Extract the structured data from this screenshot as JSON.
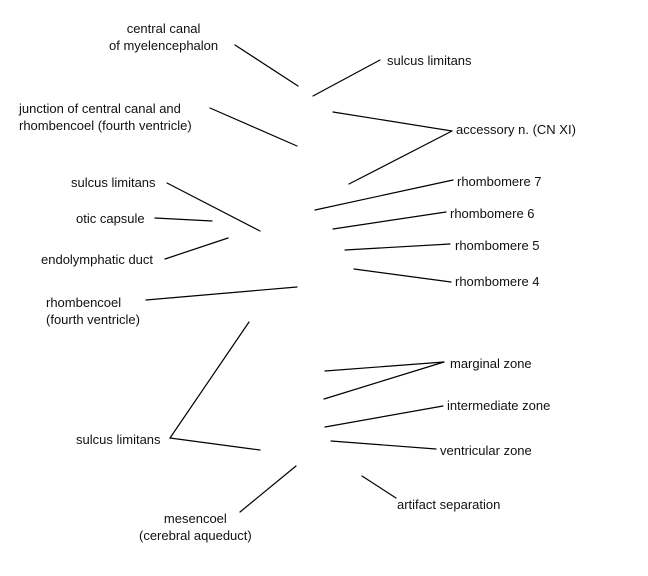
{
  "labels": {
    "central_canal": [
      "central canal",
      "of myelencephalon"
    ],
    "sulcus_limitans_top": [
      "sulcus limitans"
    ],
    "junction": [
      "junction of central canal and",
      "rhombencoel (fourth ventricle)"
    ],
    "accessory_n": [
      "accessory n. (CN XI)"
    ],
    "sulcus_limitans_mid": [
      "sulcus limitans"
    ],
    "rhombomere_7": [
      "rhombomere 7"
    ],
    "otic_capsule": [
      "otic capsule"
    ],
    "rhombomere_6": [
      "rhombomere 6"
    ],
    "endolymphatic_duct": [
      "endolymphatic duct"
    ],
    "rhombomere_5": [
      "rhombomere 5"
    ],
    "rhombomere_4": [
      "rhombomere 4"
    ],
    "rhombencoel": [
      "rhombencoel",
      "(fourth ventricle)"
    ],
    "marginal_zone": [
      "marginal zone"
    ],
    "intermediate_zone": [
      "intermediate zone"
    ],
    "sulcus_limitans_bottom": [
      "sulcus limitans"
    ],
    "ventricular_zone": [
      "ventricular zone"
    ],
    "artifact_separation": [
      "artifact separation"
    ],
    "mesencoel": [
      "mesencoel",
      "(cerebral aqueduct)"
    ]
  },
  "colors": {
    "text": "#111111",
    "line": "#000000",
    "background": "#ffffff"
  }
}
